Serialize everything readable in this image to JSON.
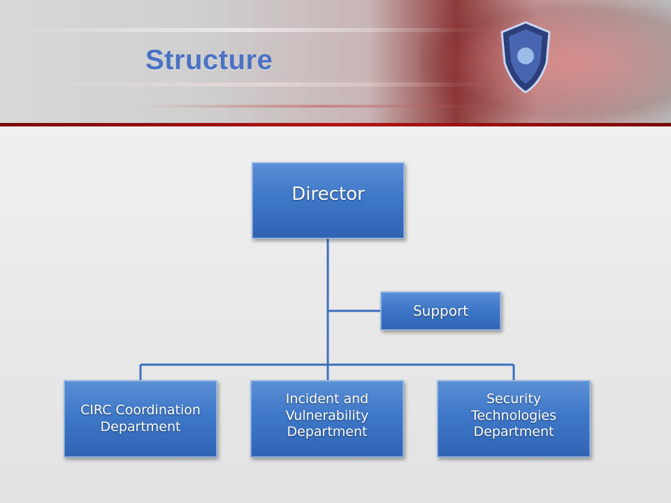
{
  "slide": {
    "title": "Structure"
  },
  "colors": {
    "accent": "#4a72c4",
    "box_fill": "#3f78c8",
    "connector": "#3a6fbf",
    "banner_red": "#b21515"
  },
  "org_chart": {
    "root": {
      "label": "Director"
    },
    "assistant": {
      "label": "Support"
    },
    "departments": [
      {
        "label": "CIRC Coordination\nDepartment"
      },
      {
        "label": "Incident and\nVulnerability\nDepartment"
      },
      {
        "label": "Security\nTechnologies\nDepartment"
      }
    ]
  }
}
